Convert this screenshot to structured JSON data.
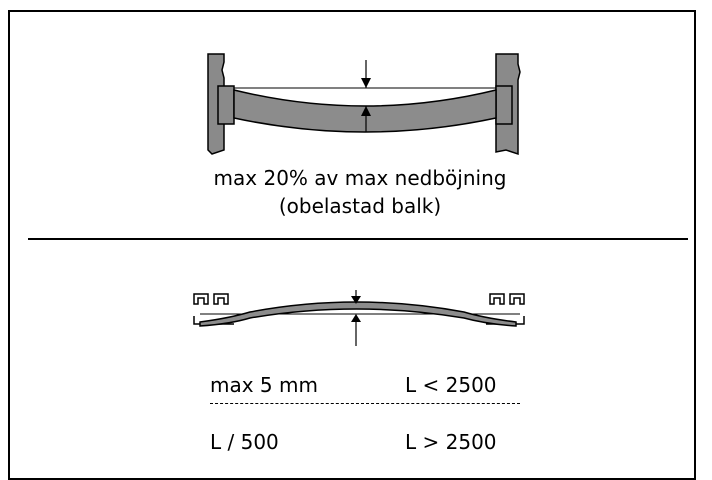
{
  "top_section": {
    "caption_line1": "max 20% av max nedböjning",
    "caption_line2": "(obelastad balk)"
  },
  "bottom_section": {
    "row1_left": "max 5 mm",
    "row1_right": "L < 2500",
    "row2_left": "L / 500",
    "row2_right": "L > 2500"
  }
}
